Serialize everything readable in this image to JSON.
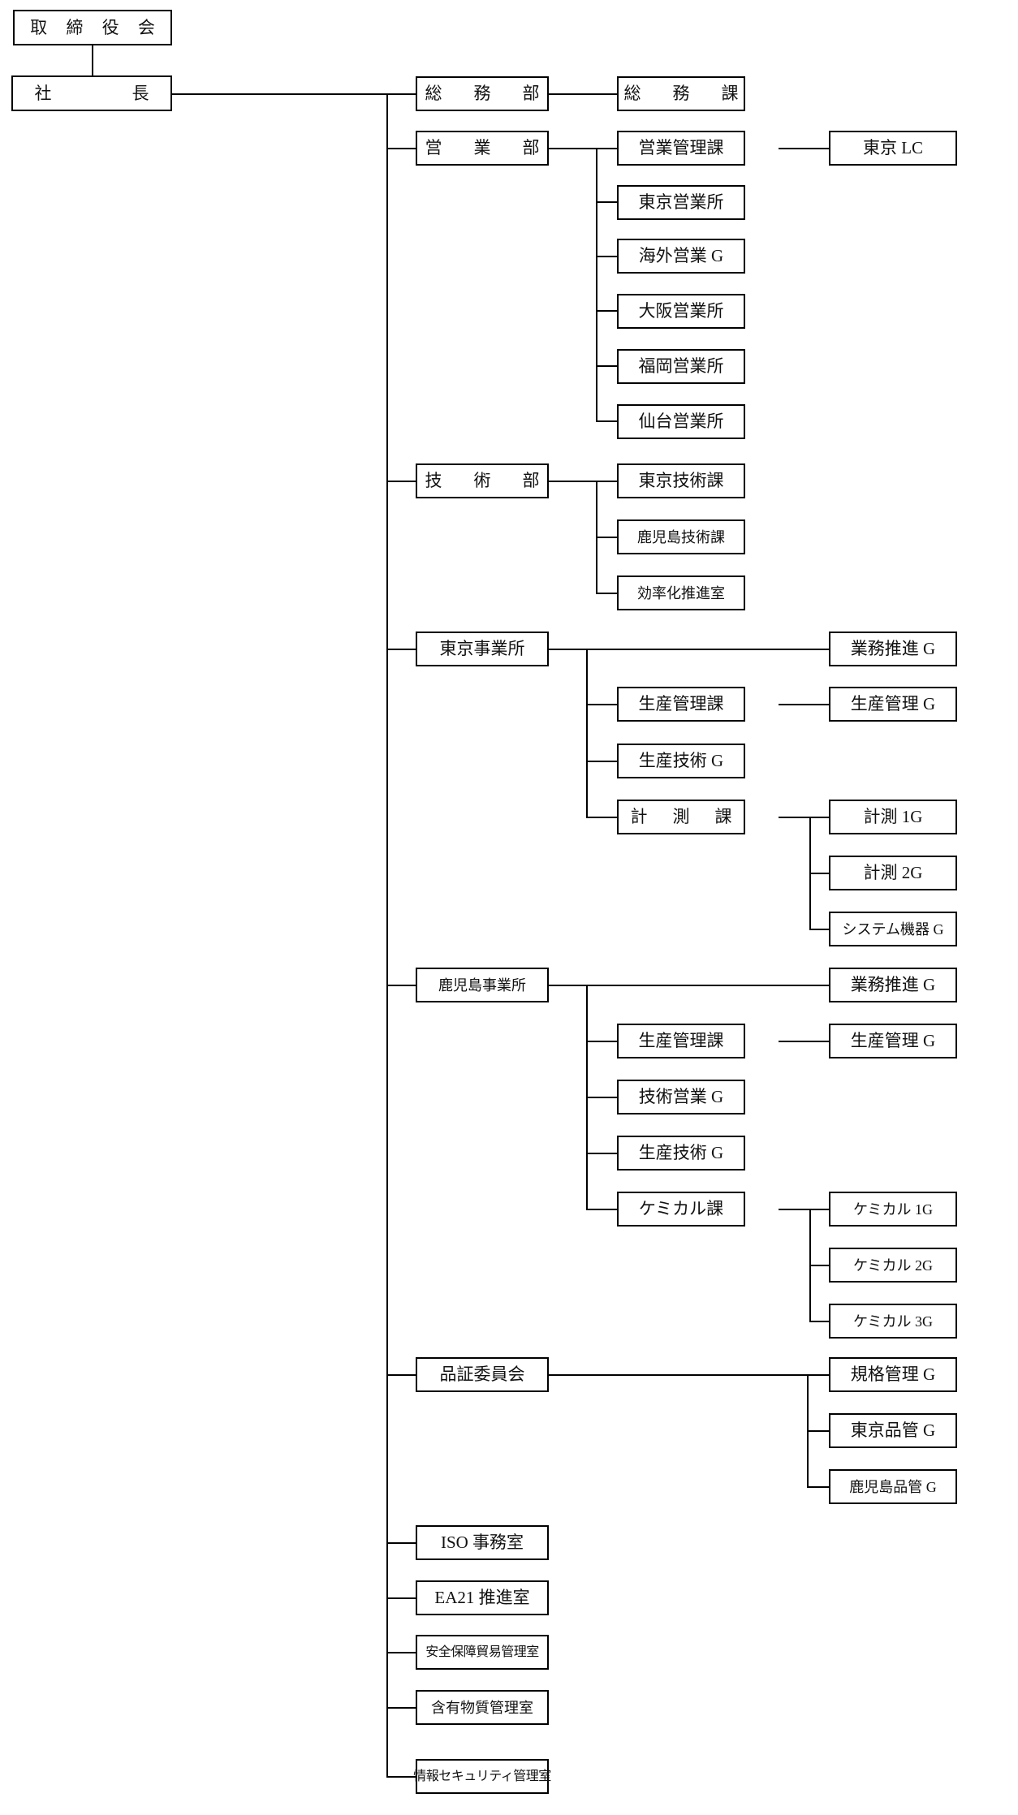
{
  "chart": {
    "title": "組織図",
    "type": "org-chart",
    "orientation": "left-to-right",
    "box_fill": "#ffffff",
    "box_border": "#000000",
    "line_color": "#000000"
  },
  "nodes": {
    "board": {
      "label": "取 締 役 会"
    },
    "president": {
      "label": "社　　　長"
    },
    "general_affairs_dept": {
      "label": "総　務　部"
    },
    "general_affairs_sec": {
      "label": "総　務　課"
    },
    "sales_dept": {
      "label": "営　業　部"
    },
    "sales_admin_sec": {
      "label": "営業管理課"
    },
    "tokyo_lc": {
      "label": "東京 LC"
    },
    "tokyo_sales_office": {
      "label": "東京営業所"
    },
    "overseas_sales_g": {
      "label": "海外営業 G"
    },
    "osaka_sales_office": {
      "label": "大阪営業所"
    },
    "fukuoka_sales_office": {
      "label": "福岡営業所"
    },
    "sendai_sales_office": {
      "label": "仙台営業所"
    },
    "engineering_dept": {
      "label": "技　術　部"
    },
    "tokyo_eng_sec": {
      "label": "東京技術課"
    },
    "kagoshima_eng_sec": {
      "label": "鹿児島技術課"
    },
    "efficiency_office": {
      "label": "効率化推進室"
    },
    "tokyo_works": {
      "label": "東京事業所"
    },
    "tokyo_ops_promo_g": {
      "label": "業務推進 G"
    },
    "tokyo_prod_ctrl_sec": {
      "label": "生産管理課"
    },
    "tokyo_prod_ctrl_g": {
      "label": "生産管理 G"
    },
    "tokyo_prod_tech_g": {
      "label": "生産技術 G"
    },
    "measurement_sec": {
      "label": "計　測　課"
    },
    "measurement_1g": {
      "label": "計測 1G"
    },
    "measurement_2g": {
      "label": "計測 2G"
    },
    "system_equip_g": {
      "label": "システム機器 G"
    },
    "kagoshima_works": {
      "label": "鹿児島事業所"
    },
    "kago_ops_promo_g": {
      "label": "業務推進 G"
    },
    "kago_prod_ctrl_sec": {
      "label": "生産管理課"
    },
    "kago_prod_ctrl_g": {
      "label": "生産管理 G"
    },
    "kago_tech_sales_g": {
      "label": "技術営業 G"
    },
    "kago_prod_tech_g": {
      "label": "生産技術 G"
    },
    "chemical_sec": {
      "label": "ケミカル課"
    },
    "chemical_1g": {
      "label": "ケミカル 1G"
    },
    "chemical_2g": {
      "label": "ケミカル 2G"
    },
    "chemical_3g": {
      "label": "ケミカル 3G"
    },
    "quality_committee": {
      "label": "品証委員会"
    },
    "standards_mgmt_g": {
      "label": "規格管理 G"
    },
    "tokyo_qc_g": {
      "label": "東京品管 G"
    },
    "kagoshima_qc_g": {
      "label": "鹿児島品管 G"
    },
    "iso_office": {
      "label": "ISO 事務室"
    },
    "ea21_office": {
      "label": "EA21 推進室"
    },
    "security_trade_office": {
      "label": "安全保障貿易管理室"
    },
    "substances_office": {
      "label": "含有物質管理室"
    },
    "info_security_office": {
      "label": "情報セキュリティ管理室"
    }
  }
}
